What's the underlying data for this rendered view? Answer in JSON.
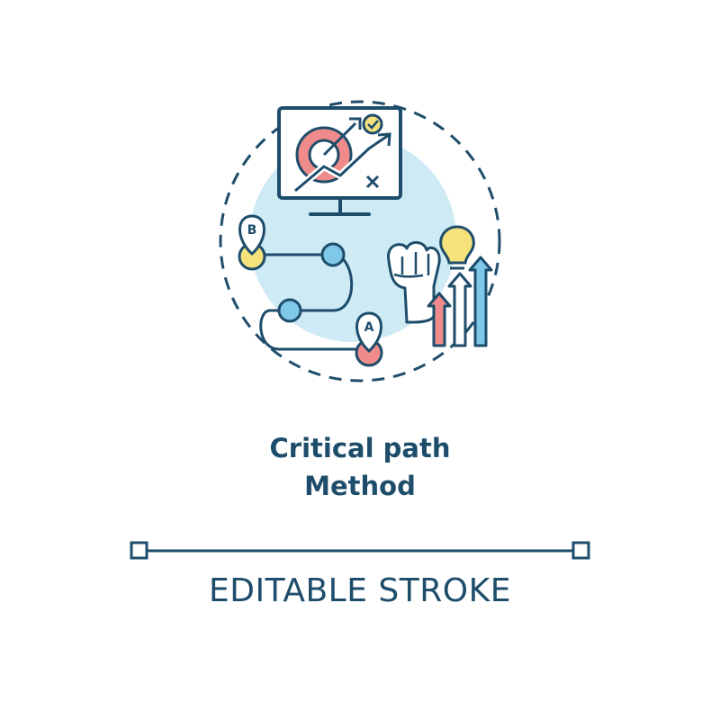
{
  "title": {
    "line1": "Critical path",
    "line2": "Method"
  },
  "caption": "EDITABLE STROKE",
  "markers": {
    "start": "A",
    "end": "B"
  },
  "colors": {
    "outline": "#1e4d6b",
    "light_blue": "#cdeaf5",
    "accent_blue": "#7fc8e8",
    "accent_red": "#f08b8b",
    "accent_yellow": "#f5e27a"
  },
  "icons": [
    "monitor-target-icon",
    "checkmark-icon",
    "arrow-icon",
    "location-pin-a-icon",
    "location-pin-b-icon",
    "raised-fist-icon",
    "lightbulb-icon",
    "growth-arrows-icon"
  ]
}
